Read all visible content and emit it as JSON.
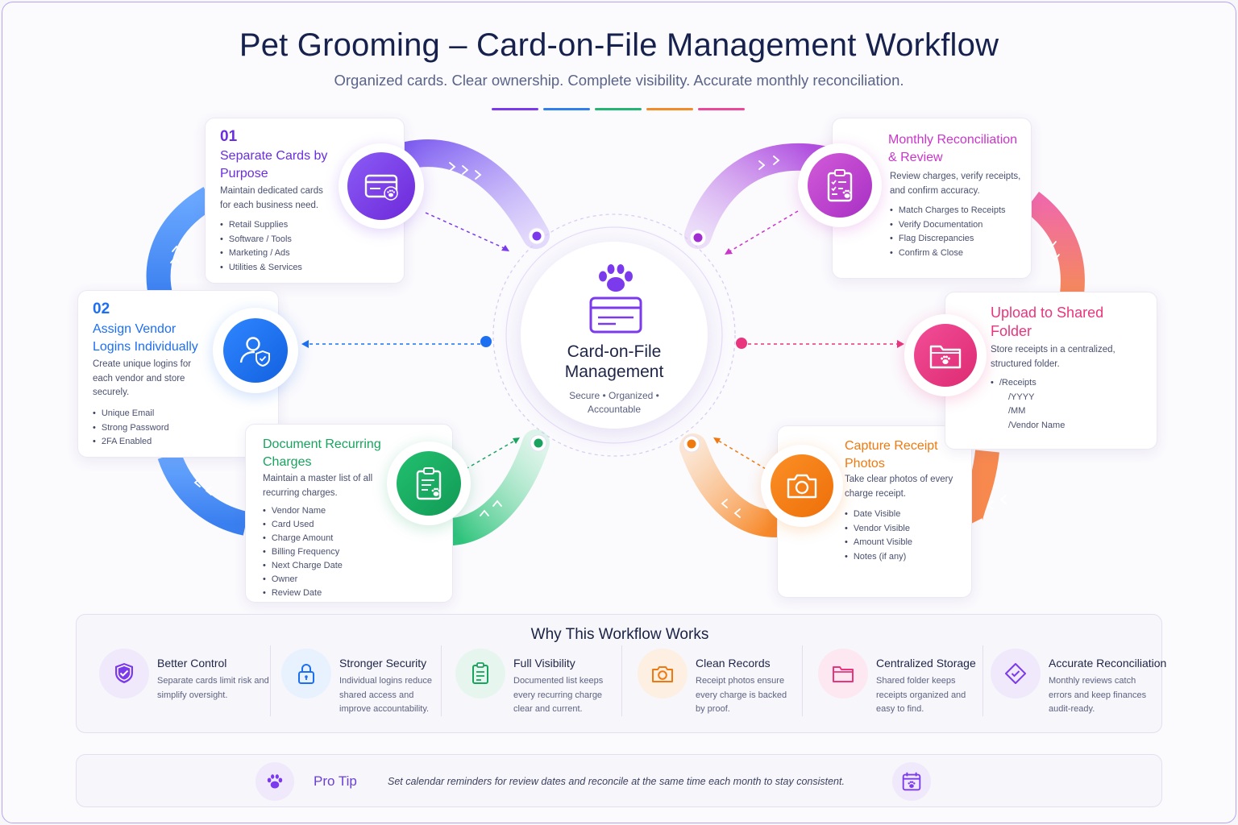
{
  "header": {
    "title": "Pet Grooming – Card-on-File Management Workflow",
    "subtitle": "Organized cards. Clear ownership. Complete visibility. Accurate monthly reconciliation.",
    "rule_colors": [
      "#7c3aed",
      "#2f80ed",
      "#22b573",
      "#f28c28",
      "#ec4899"
    ]
  },
  "center": {
    "title": "Card-on-File Management",
    "subtitle": "Secure • Organized • Accountable",
    "icon": "paw-card-icon"
  },
  "steps": {
    "s1": {
      "num": "01",
      "title": "Separate Cards by Purpose",
      "desc": "Maintain dedicated cards for each business need.",
      "items": [
        "Retail Supplies",
        "Software / Tools",
        "Marketing / Ads",
        "Utilities & Services"
      ],
      "color": "#7c3aed",
      "icon": "credit-card-paw-icon"
    },
    "s2": {
      "num": "02",
      "title": "Assign Vendor Logins Individually",
      "desc": "Create unique logins for each vendor and store securely.",
      "items": [
        "Unique Email",
        "Strong Password",
        "2FA Enabled"
      ],
      "color": "#1d6ff2",
      "icon": "user-shield-icon"
    },
    "s3": {
      "title": "Document Recurring Charges",
      "desc": "Maintain a master list of all recurring charges.",
      "items": [
        "Vendor Name",
        "Card Used",
        "Charge Amount",
        "Billing Frequency",
        "Next Charge Date",
        "Owner",
        "Review Date"
      ],
      "color": "#18a35e",
      "icon": "clipboard-paw-icon"
    },
    "s4": {
      "title": "Capture Receipt Photos",
      "desc": "Take clear photos of every charge receipt.",
      "items": [
        "Date Visible",
        "Vendor Visible",
        "Amount Visible",
        "Notes (if any)"
      ],
      "color": "#f0790f",
      "icon": "camera-icon"
    },
    "s5": {
      "title": "Upload to Shared Folder",
      "desc": "Store receipts in a centralized, structured folder.",
      "items": [
        "/Receipts",
        "/YYYY",
        "/MM",
        "/Vendor Name"
      ],
      "color": "#e8357e",
      "icon": "folder-paw-icon"
    },
    "s6": {
      "title": "Monthly Reconciliation & Review",
      "desc": "Review charges, verify receipts, and confirm accuracy.",
      "items": [
        "Match Charges to Receipts",
        "Verify Documentation",
        "Flag Discrepancies",
        "Confirm & Close"
      ],
      "color": "#c936c9",
      "icon": "checklist-paw-icon"
    }
  },
  "why": {
    "title": "Why This Workflow Works",
    "items": [
      {
        "title": "Better Control",
        "desc": "Separate cards limit risk and simplify oversight.",
        "icon": "shield-check-icon",
        "color": "#7c3aed"
      },
      {
        "title": "Stronger Security",
        "desc": "Individual logins reduce shared access and improve accountability.",
        "icon": "lock-icon",
        "color": "#1d6ff2"
      },
      {
        "title": "Full Visibility",
        "desc": "Documented list keeps every recurring charge clear and current.",
        "icon": "clipboard-icon",
        "color": "#18a35e"
      },
      {
        "title": "Clean Records",
        "desc": "Receipt photos ensure every charge is backed by proof.",
        "icon": "camera-icon",
        "color": "#f0790f"
      },
      {
        "title": "Centralized Storage",
        "desc": "Shared folder keeps receipts organized and easy to find.",
        "icon": "folder-icon",
        "color": "#e8357e"
      },
      {
        "title": "Accurate Reconciliation",
        "desc": "Monthly reviews catch errors and keep finances audit-ready.",
        "icon": "badge-check-icon",
        "color": "#7c3aed"
      }
    ]
  },
  "tip": {
    "label": "Pro Tip",
    "text": "Set calendar reminders for review dates and reconcile at the same time each month to stay consistent.",
    "icon": "paw-icon",
    "end_icon": "calendar-paw-icon"
  }
}
